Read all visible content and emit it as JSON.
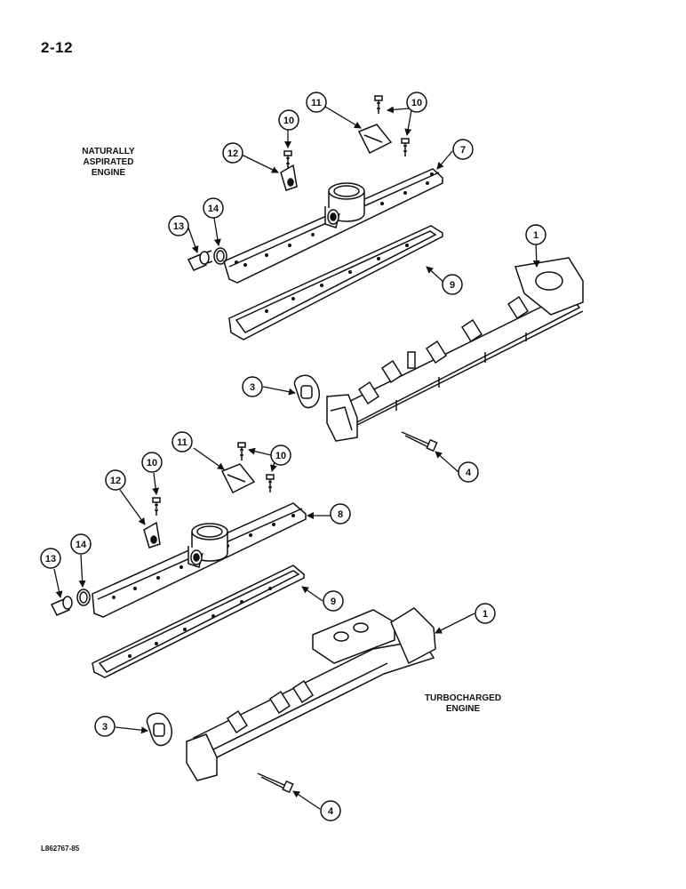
{
  "page_number": "2-12",
  "engine_labels": {
    "naturally_aspirated": [
      "NATURALLY",
      "ASPIRATED",
      "ENGINE"
    ],
    "turbocharged": [
      "TURBOCHARGED",
      "ENGINE"
    ]
  },
  "figure_code": "L862767-85",
  "callouts": {
    "na": [
      "13",
      "14",
      "12",
      "10",
      "11",
      "10",
      "7",
      "9",
      "1",
      "3",
      "4"
    ],
    "tc": [
      "13",
      "14",
      "12",
      "10",
      "11",
      "10",
      "8",
      "9",
      "1",
      "3",
      "4"
    ]
  }
}
